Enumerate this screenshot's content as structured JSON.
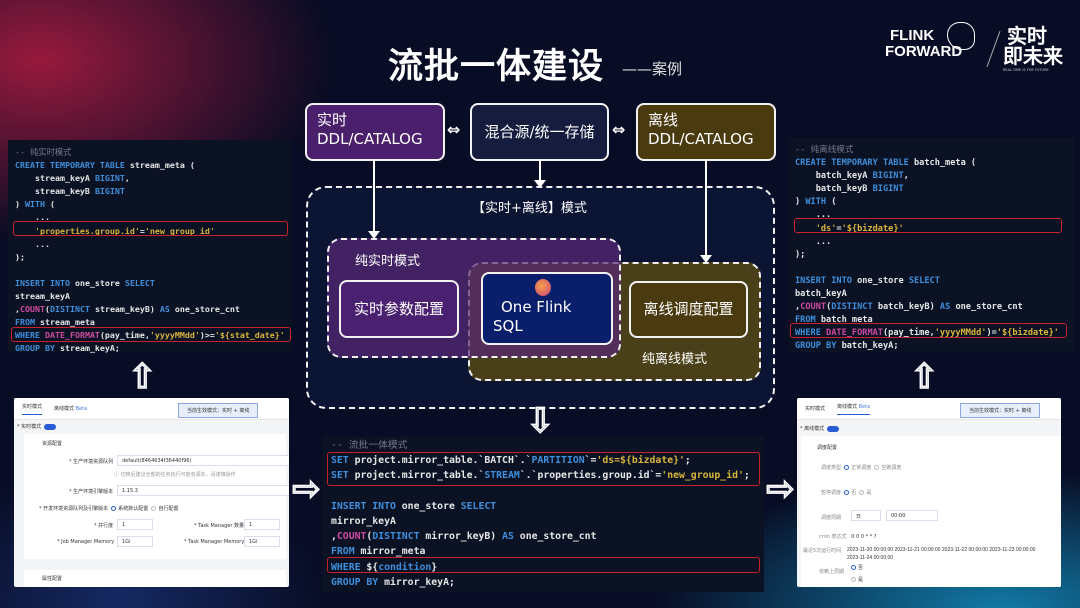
{
  "header": {
    "title": "流批一体建设",
    "subtitle": "——案例"
  },
  "logo": {
    "line1": "FLINK",
    "line2": "FORWARD",
    "cn1": "实时",
    "cn2": "即未来",
    "tagline": "REAL-TIME IS THE FUTURE"
  },
  "diagram": {
    "realtime_ddl": {
      "line1": "实时",
      "line2": "DDL/CATALOG"
    },
    "mixed_source": "混合源/统一存储",
    "offline_ddl": {
      "line1": "离线",
      "line2": "DDL/CATALOG"
    },
    "combined_mode": "【实时+离线】模式",
    "pure_realtime": "纯实时模式",
    "realtime_params": "实时参数配置",
    "one_flink_sql": {
      "line1": "One Flink",
      "line2": "SQL"
    },
    "offline_schedule": "离线调度配置",
    "pure_offline": "纯离线模式"
  },
  "code_realtime": [
    [
      [
        "-- 纯实时模式",
        "cm"
      ]
    ],
    [
      [
        "CREATE TEMPORARY TABLE ",
        "kw"
      ],
      [
        "stream_meta (",
        "id"
      ]
    ],
    [
      [
        "    stream_keyA ",
        "id"
      ],
      [
        "BIGINT",
        "kw"
      ],
      [
        ",",
        "id"
      ]
    ],
    [
      [
        "    stream_keyB ",
        "id"
      ],
      [
        "BIGINT",
        "kw"
      ]
    ],
    [
      [
        ") ",
        "id"
      ],
      [
        "WITH",
        "kw"
      ],
      [
        " (",
        "id"
      ]
    ],
    [
      [
        "    ...",
        "id"
      ]
    ],
    [
      [
        "    'properties.group.id'",
        "st"
      ],
      [
        "=",
        "id"
      ],
      [
        "'new_group_id'",
        "st"
      ]
    ],
    [
      [
        "    ...",
        "id"
      ]
    ],
    [
      [
        ");",
        "id"
      ]
    ],
    [],
    [
      [
        "INSERT INTO ",
        "kw"
      ],
      [
        "one_store ",
        "id"
      ],
      [
        "SELECT",
        "kw"
      ]
    ],
    [
      [
        "stream_keyA",
        "id"
      ]
    ],
    [
      [
        ",",
        "id"
      ],
      [
        "COUNT",
        "fn"
      ],
      [
        "(",
        "id"
      ],
      [
        "DISTINCT ",
        "kw"
      ],
      [
        "stream_keyB) ",
        "id"
      ],
      [
        "AS ",
        "kw"
      ],
      [
        "one_store_cnt",
        "id"
      ]
    ],
    [
      [
        "FROM ",
        "kw"
      ],
      [
        "stream_meta",
        "id"
      ]
    ],
    [
      [
        "WHERE ",
        "kw"
      ],
      [
        "DATE_FORMAT",
        "fn"
      ],
      [
        "(pay_time,",
        "id"
      ],
      [
        "'yyyyMMdd'",
        "st"
      ],
      [
        ")>=",
        "id"
      ],
      [
        "'${stat_date}'",
        "st"
      ]
    ],
    [
      [
        "GROUP BY ",
        "kw"
      ],
      [
        "stream_keyA;",
        "id"
      ]
    ]
  ],
  "code_offline": [
    [
      [
        "-- 纯离线模式",
        "cm"
      ]
    ],
    [
      [
        "CREATE TEMPORARY TABLE ",
        "kw"
      ],
      [
        "batch_meta (",
        "id"
      ]
    ],
    [
      [
        "    batch_keyA ",
        "id"
      ],
      [
        "BIGINT",
        "kw"
      ],
      [
        ",",
        "id"
      ]
    ],
    [
      [
        "    batch_keyB ",
        "id"
      ],
      [
        "BIGINT",
        "kw"
      ]
    ],
    [
      [
        ") ",
        "id"
      ],
      [
        "WITH",
        "kw"
      ],
      [
        " (",
        "id"
      ]
    ],
    [
      [
        "    ...",
        "id"
      ]
    ],
    [
      [
        "    'ds'",
        "st"
      ],
      [
        "=",
        "id"
      ],
      [
        "'${bizdate}'",
        "st"
      ]
    ],
    [
      [
        "    ...",
        "id"
      ]
    ],
    [
      [
        ");",
        "id"
      ]
    ],
    [],
    [
      [
        "INSERT INTO ",
        "kw"
      ],
      [
        "one_store ",
        "id"
      ],
      [
        "SELECT",
        "kw"
      ]
    ],
    [
      [
        "batch_keyA",
        "id"
      ]
    ],
    [
      [
        ",",
        "id"
      ],
      [
        "COUNT",
        "fn"
      ],
      [
        "(",
        "id"
      ],
      [
        "DISTINCT ",
        "kw"
      ],
      [
        "batch_keyB) ",
        "id"
      ],
      [
        "AS ",
        "kw"
      ],
      [
        "one_store_cnt",
        "id"
      ]
    ],
    [
      [
        "FROM ",
        "kw"
      ],
      [
        "batch_meta",
        "id"
      ]
    ],
    [
      [
        "WHERE ",
        "kw"
      ],
      [
        "DATE_FORMAT",
        "fn"
      ],
      [
        "(pay_time,",
        "id"
      ],
      [
        "'yyyyMMdd'",
        "st"
      ],
      [
        ")=",
        "id"
      ],
      [
        "'${bizdate}'",
        "st"
      ]
    ],
    [
      [
        "GROUP BY ",
        "kw"
      ],
      [
        "batch_keyA;",
        "id"
      ]
    ]
  ],
  "code_unified": [
    [
      [
        "-- 流批一体模式",
        "cm"
      ]
    ],
    [
      [
        "SET ",
        "kw"
      ],
      [
        "project.mirror_table.`BATCH`.`",
        "id"
      ],
      [
        "PARTITION",
        "kw"
      ],
      [
        "`=",
        "id"
      ],
      [
        "'ds=${bizdate}'",
        "st"
      ],
      [
        ";",
        "id"
      ]
    ],
    [
      [
        "SET ",
        "kw"
      ],
      [
        "project.mirror_table.`",
        "id"
      ],
      [
        "STREAM",
        "kw"
      ],
      [
        "`.`properties.group.id`=",
        "id"
      ],
      [
        "'new_group_id'",
        "st"
      ],
      [
        ";",
        "id"
      ]
    ],
    [],
    [
      [
        "INSERT INTO ",
        "kw"
      ],
      [
        "one_store ",
        "id"
      ],
      [
        "SELECT",
        "kw"
      ]
    ],
    [
      [
        "mirror_keyA",
        "id"
      ]
    ],
    [
      [
        ",",
        "id"
      ],
      [
        "COUNT",
        "fn"
      ],
      [
        "(",
        "id"
      ],
      [
        "DISTINCT ",
        "kw"
      ],
      [
        "mirror_keyB) ",
        "id"
      ],
      [
        "AS ",
        "kw"
      ],
      [
        "one_store_cnt",
        "id"
      ]
    ],
    [
      [
        "FROM ",
        "kw"
      ],
      [
        "mirror_meta",
        "id"
      ]
    ],
    [
      [
        "WHERE ",
        "kw"
      ],
      [
        "${",
        "id"
      ],
      [
        "condition",
        "kw"
      ],
      [
        "}",
        "id"
      ]
    ],
    [
      [
        "GROUP BY ",
        "kw"
      ],
      [
        "mirror_keyA;",
        "id"
      ]
    ]
  ],
  "colors": {
    "keyword": "#3f8fdc",
    "function": "#d04aa2",
    "string": "#d9b43a",
    "highlight": "#c8202c",
    "realtime": "#4a1f6b",
    "offline": "#4a3a10",
    "one_flink": "#0a1f6b"
  },
  "ui_realtime": {
    "tab1": "实时模式",
    "tab2": "离线模式",
    "beta": "Beta",
    "info": "当前生效模式：实时 + 离线",
    "toggle_label": "* 实时模式",
    "section": "资源配置",
    "queue_label": "* 生产环境资源队列",
    "queue_value": "default(8464634f36440f96)",
    "queue_hint": "ⓘ 切换后建议全部的任务执行可能有源失，请谨慎操作",
    "engine_label": "* 生产环境引擎版本",
    "engine_value": "1.15.3",
    "dev_label": "* 开发环境资源队列及引擎版本",
    "dev_opt1": "系统默认配置",
    "dev_opt2": "自行配置",
    "parallel_label": "* 并行度",
    "parallel_value": "1",
    "tm_count_label": "* Task Manager 数量",
    "tm_count_value": "1",
    "jm_mem_label": "* Job Manager Memory",
    "jm_mem_value": "1Gi",
    "tm_mem_label": "* Task Manager Memory",
    "tm_mem_value": "1Gi",
    "section2": "属性配置"
  },
  "ui_offline": {
    "tab1": "实时模式",
    "tab2": "离线模式",
    "beta": "Beta",
    "info": "当前生效模式：实时 + 离线",
    "toggle_label": "* 离线模式",
    "section": "调度配置",
    "type_label": "调度类型",
    "type_opt1": "正常调度",
    "type_opt2": "空跑调度",
    "pause_label": "暂停调度",
    "pause_opt1": "否",
    "pause_opt2": "是",
    "cycle_label": "调度周期",
    "cycle_value": "日",
    "time_value": "00:00",
    "cron_label": "cron 表达式",
    "cron_value": "0 0 0 * * ?",
    "recent_label": "最近5次运行时间",
    "recent": [
      "2023-11-20 00:00:00",
      "2023-11-21 00:00:00",
      "2023-11-22 00:00:00",
      "2023-11-23 00:00:00",
      "2023-11-24 00:00:00"
    ],
    "dep_label": "依赖上周期",
    "dep_opt1": "否",
    "dep_opt2": "是"
  }
}
